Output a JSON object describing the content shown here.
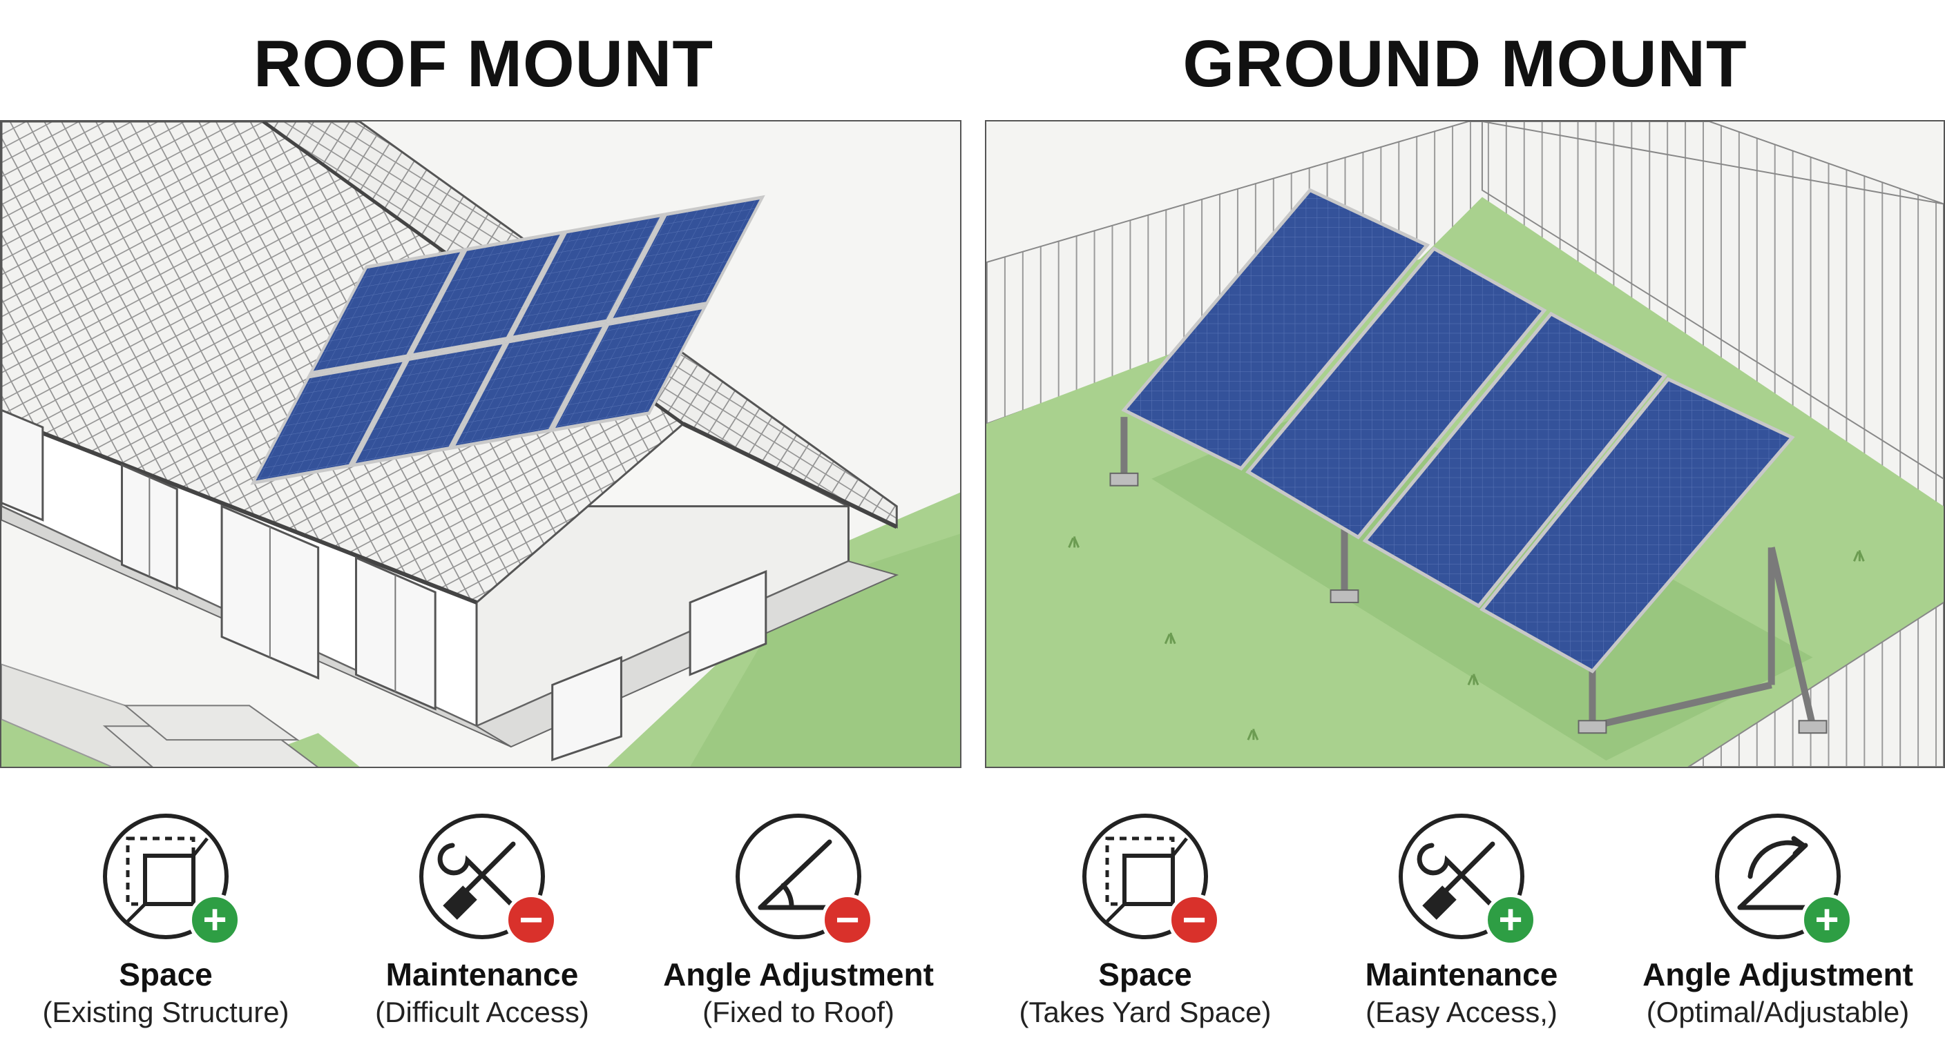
{
  "colors": {
    "plus": "#2e9e44",
    "minus": "#d9312b",
    "panel_blue": "#2f4d8c",
    "grass": "#a9d18e"
  },
  "roof": {
    "title": "ROOF MOUNT",
    "features": [
      {
        "icon": "space-icon",
        "label": "Space",
        "sub": "(Existing Structure)",
        "badge": "+"
      },
      {
        "icon": "maintenance-tools-icon",
        "label": "Maintenance",
        "sub": "(Difficult Access)",
        "badge": "−"
      },
      {
        "icon": "angle-icon",
        "label": "Angle Adjustment",
        "sub": "(Fixed to Roof)",
        "badge": "−"
      }
    ]
  },
  "ground": {
    "title": "GROUND MOUNT",
    "features": [
      {
        "icon": "space-icon",
        "label": "Space",
        "sub": "(Takes Yard Space)",
        "badge": "−"
      },
      {
        "icon": "maintenance-tools-icon",
        "label": "Maintenance",
        "sub": "(Easy Access,)",
        "badge": "+"
      },
      {
        "icon": "adjustable-angle-icon",
        "label": "Angle Adjustment",
        "sub": "(Optimal/Adjustable)",
        "badge": "+"
      }
    ]
  }
}
